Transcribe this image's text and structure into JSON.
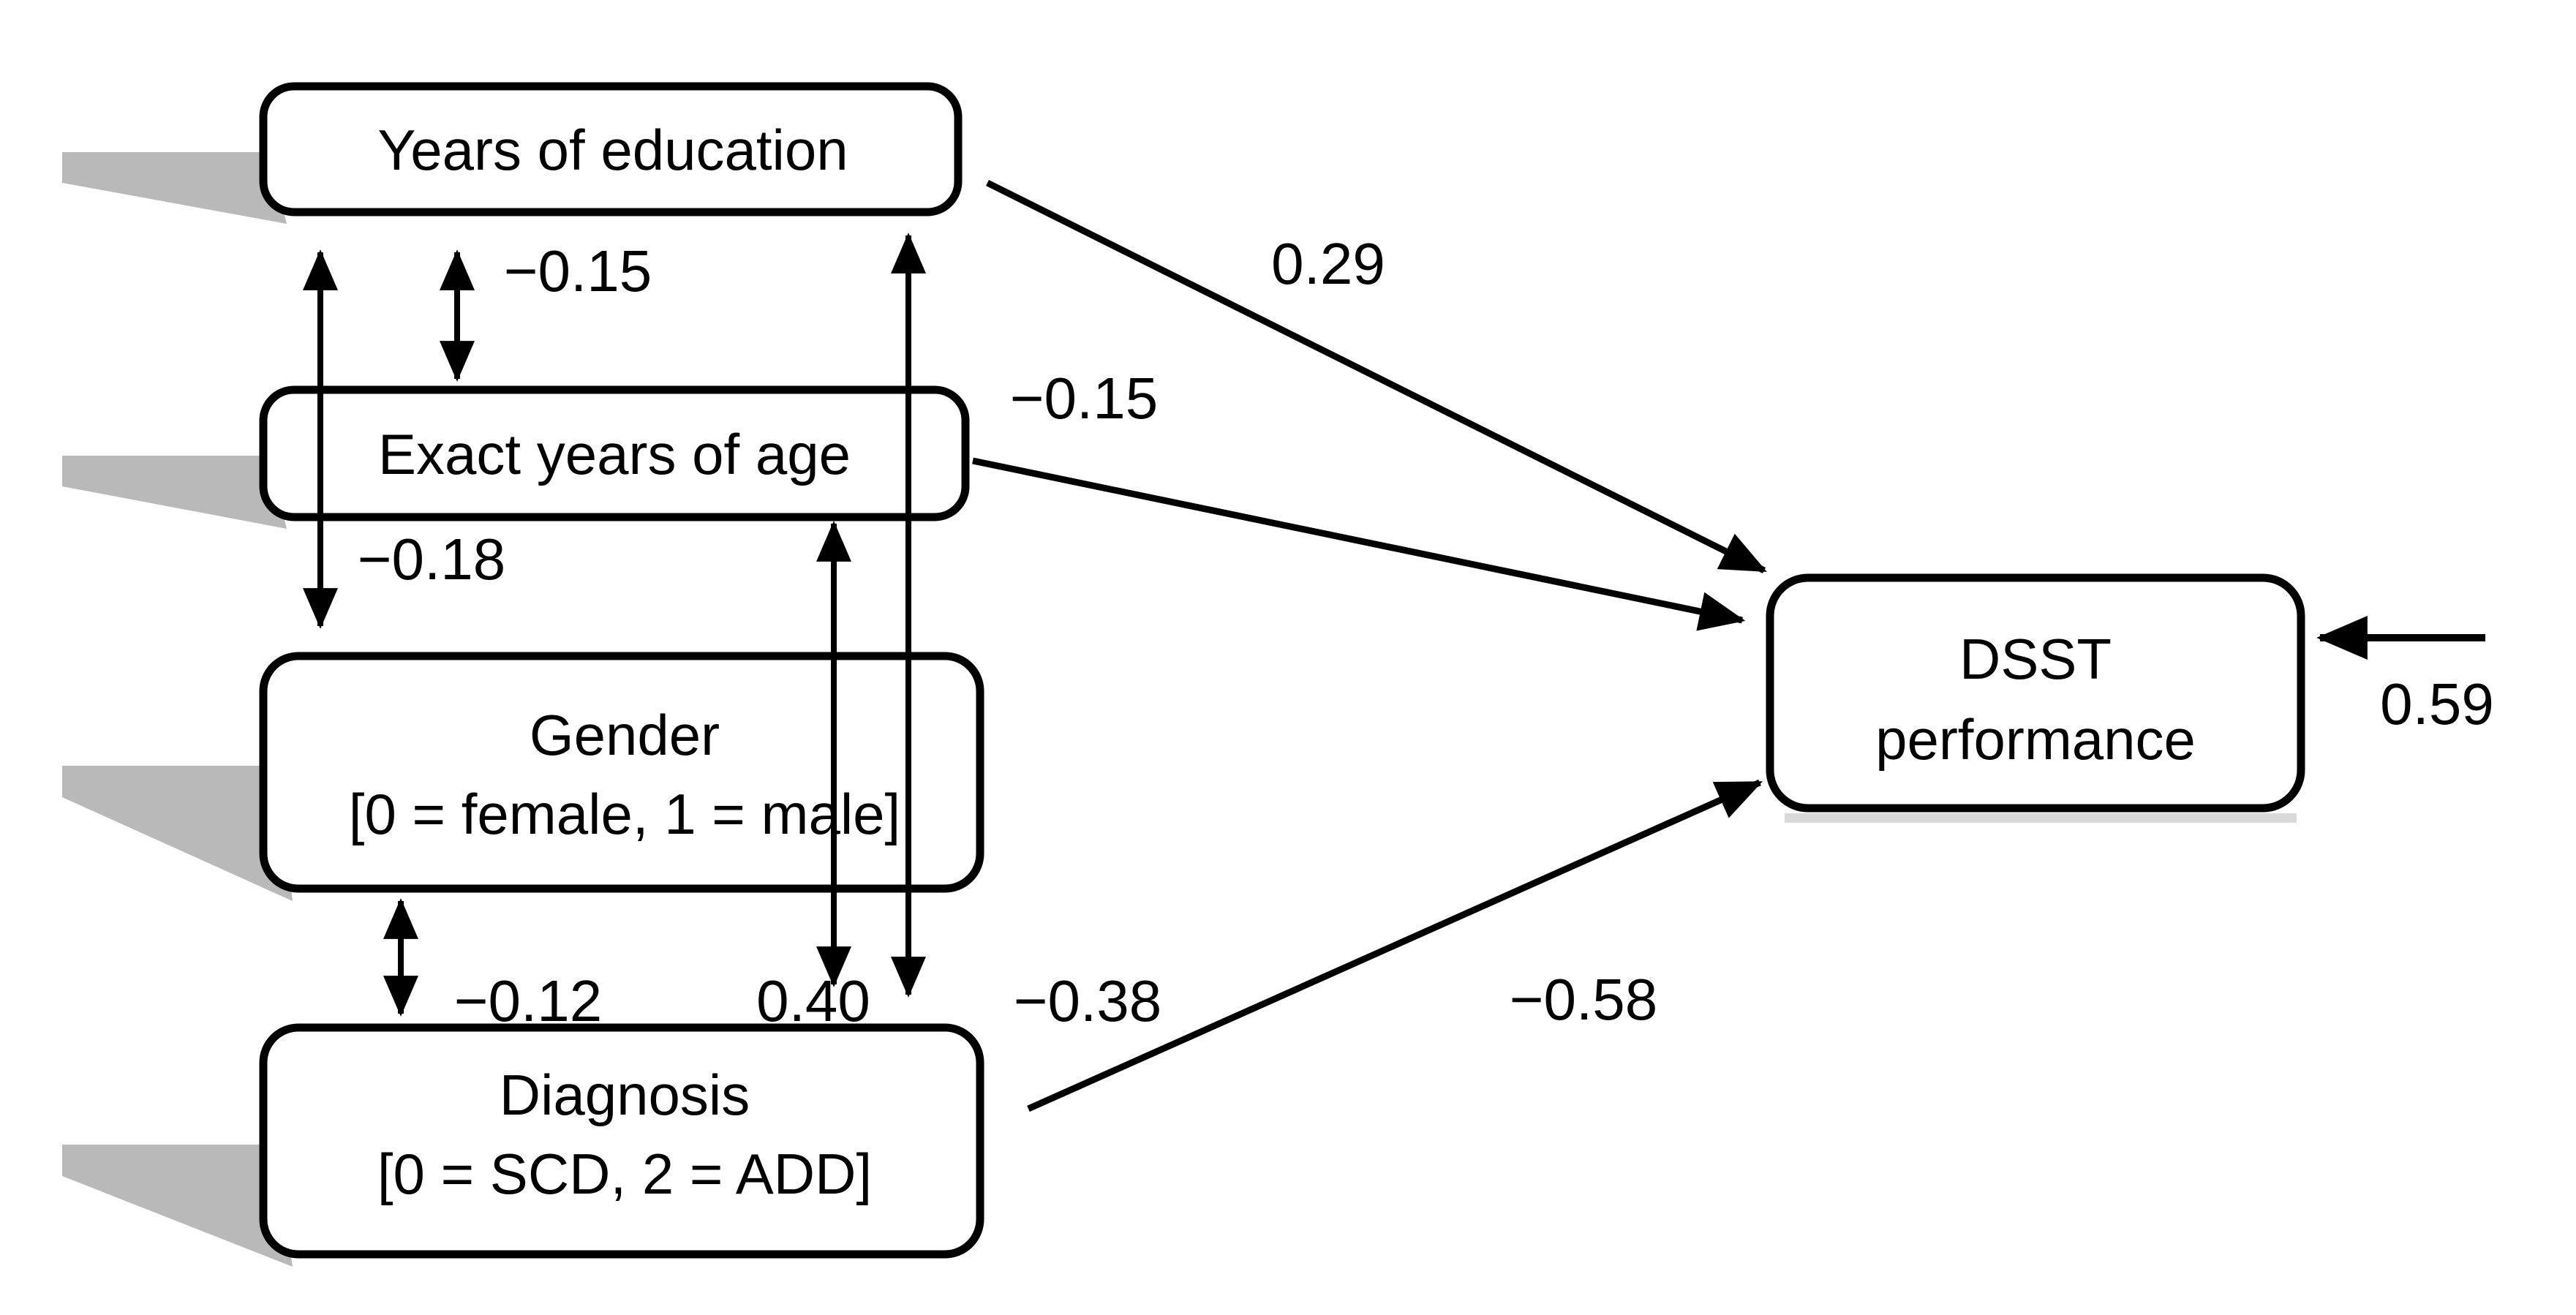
{
  "diagram": {
    "type": "path-model",
    "background_color": "#ffffff",
    "line_color": "#000000",
    "box_fill": "#ffffff",
    "shadow_color": "#b9b9b9",
    "nodes": {
      "education": {
        "label": "Years of education"
      },
      "age": {
        "label": "Exact years of age"
      },
      "gender": {
        "line1": "Gender",
        "line2": "[0 = female, 1 = male]"
      },
      "diagnosis": {
        "line1": "Diagnosis",
        "line2": "[0 = SCD, 2 = ADD]"
      },
      "dsst": {
        "line1": "DSST",
        "line2": "performance"
      }
    },
    "path_coefficients": {
      "education_to_dsst": "0.29",
      "age_to_dsst": "−0.15",
      "diagnosis_to_dsst": "−0.58",
      "dsst_residual": "0.59"
    },
    "covariances": {
      "education_age": "−0.15",
      "education_gender": "−0.18",
      "gender_diagnosis": "−0.12",
      "age_diagnosis": "0.40",
      "education_diagnosis": "−0.38"
    }
  }
}
